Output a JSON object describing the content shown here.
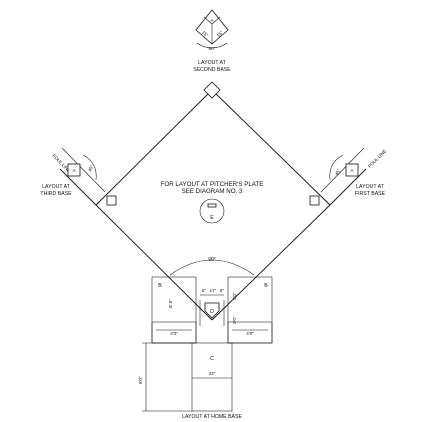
{
  "labels": {
    "second_base_title_1": "LAYOUT AT",
    "second_base_title_2": "SECOND BASE",
    "third_base_title_1": "LAYOUT AT",
    "third_base_title_2": "THIRD BASE",
    "first_base_title_1": "LAYOUT AT",
    "first_base_title_2": "FIRST BASE",
    "home_base_title": "LAYOUT AT HOME BASE",
    "pitchers_note_1": "FOR LAYOUT AT PITCHER'S PLATE",
    "pitchers_note_2": "SEE DIAGRAM NO. 3",
    "foul_line_left": "FOUL LINE",
    "foul_line_right": "FOUL LINE"
  },
  "letters": {
    "a": "A",
    "b": "B",
    "c": "C",
    "d": "D",
    "e": "E"
  },
  "dimensions": {
    "angle_90": "90°",
    "angle_45": "45°",
    "dim_15": "15\"",
    "dim_6": "6\"",
    "dim_17": "17\"",
    "dim_8_5": "8' 5\"",
    "dim_3_0": "3'0\"",
    "dim_4_0": "4'0\"",
    "dim_43": "43\"",
    "dim_8_0": "8'0\""
  }
}
